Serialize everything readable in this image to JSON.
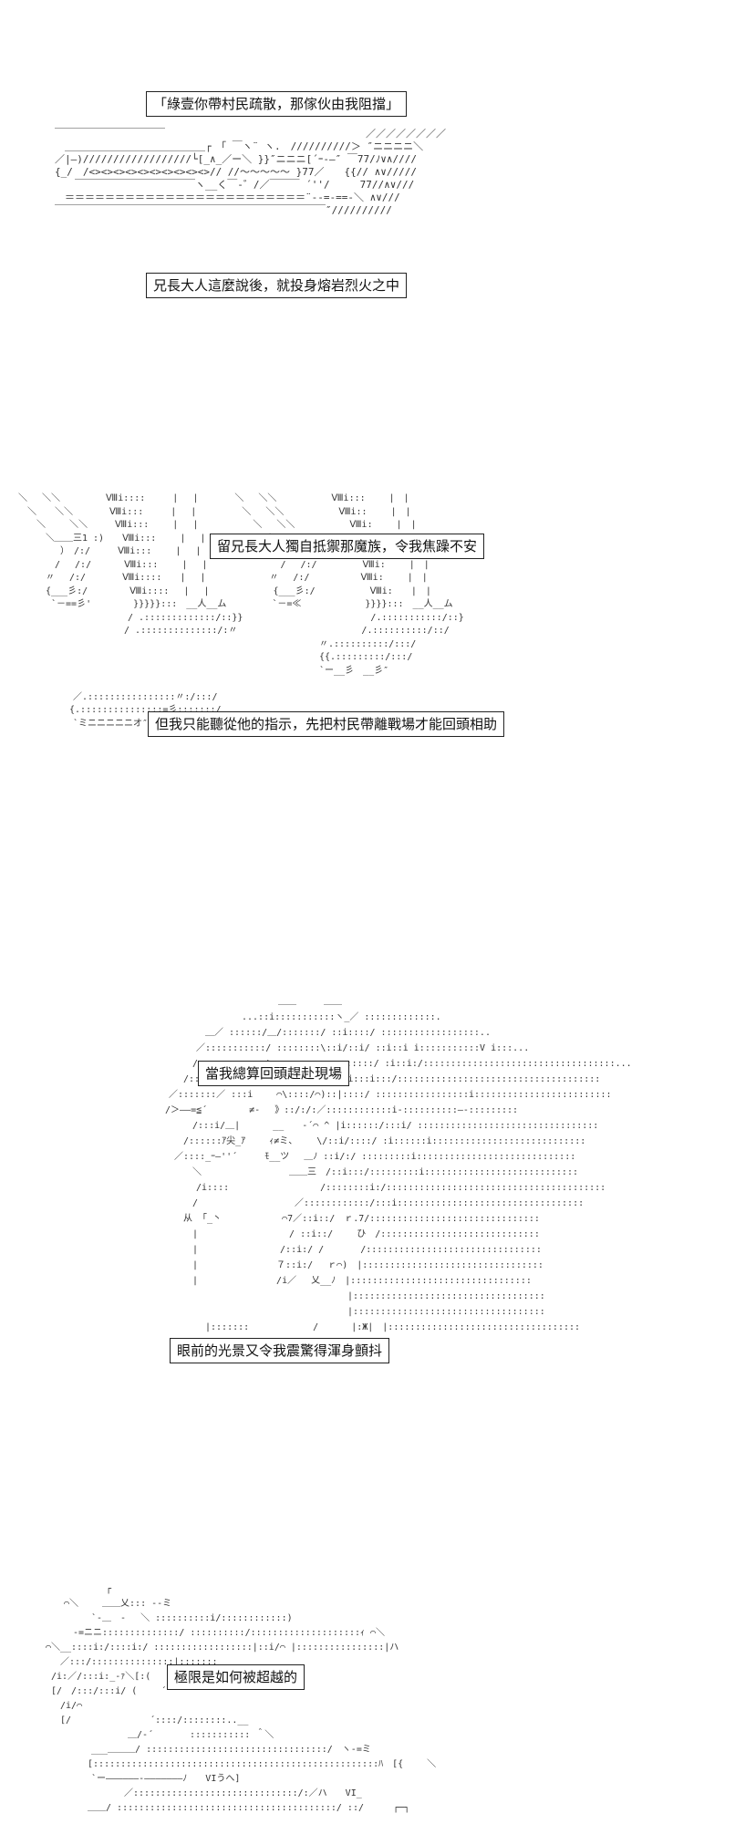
{
  "panels": [
    {
      "captions": [
        "「綠壹你帶村民疏散，那傢伙由我阻擋」",
        "兄長大人這麼說後，就投身熔岩烈火之中"
      ],
      "art": "￣￣￣￣￣￣￣￣￣￣￣　　　　　　　　　　　　　　　　　　　　／／／／／／／／\n　＿＿＿＿＿＿＿＿＿＿＿＿＿＿┌　「 ￣ヽ¨ ヽ.　//////////＞ ″ニニニニ＼\n／|―)//////////////////└[_∧_／ー＼ }}″ニニニ[´ｰ-―″ ￣77/ﾉ∨∧////\n{_/　/<><><><><><><><><><>// //～～～～～ }77／　　{{// ∧∨/////\n　　￣￣￣￣￣￣￣￣￣￣￣￣ヽ__く￣‐゛/／￣￣￣ ´''/　　　77//∧∨///\n　＝＝＝＝＝＝＝＝＝＝＝＝＝＝＝＝＝＝＝＝＝＝＝＝¨‐-=-==-＼ ∧∨///\n￣￣￣￣￣￣￣￣￣￣￣￣￣￣￣￣￣￣￣￣￣￣￣￣￣￣￣″//////////"
    },
    {
      "captions": [
        "留兄長大人獨自抵禦那魔族，令我焦躁不安",
        "但我只能聽從他的指示，先把村民帶離戰場才能回頭相助"
      ],
      "art": "＼　 ＼＼　　　　　Ⅷi::::　　　|　 |　　　　＼　 ＼＼　　　　　　Ⅷi:::　　 |　|\n　＼　　＼＼　　　　Ⅷi:::　　　|　 |　　　　　＼　 ＼＼　　　　　　Ⅷi::　　 |　|\n　　＼　　 ＼＼　　　Ⅷi:::　　 |　 |　　　　　　＼　 ＼＼　　　　　　Ⅷi:　　 |　|\n　　　＼＿＿三1 :)　　Ⅷi:::　　 |　 |　　　　　　　＼＿＿三1 :)　　　Ⅷi:　　 |　|\n　　　　 ）　/:/　　　Ⅷi:::　　 |　 |　　　　　　　　 ）　/:/　　　　 Ⅷi:　　 |　|\n　　　　/　 /:/　　　 Ⅷi:::　　 |　 |　　　　　　　　/　 /:/　　　　　Ⅷi:　　 |　|\n　　　〃 　/:/　　　　Ⅷi::::　　|　 |　　　　　　　〃 　/:/　　　　　 Ⅷi:　　 |　|\n　　　{___彡:/　　　　 Ⅷi::::　 |　 |　　　　　　　{___彡:/　　　　　　Ⅷi:　　|　|\n　　　 `－==彡'　　　　 }}}}}:::　__人__ム　　　　　`－=≪　　　　　　　}}}}:::　__人__ム\n　　　　　　　　　　　　/ .:::::::::::::/::}}　　　　　　　　　　　　　　/.:::::::::::/::}\n　　　　　　　　　　　 / .::::::::::::::/:〃　　　　　　　　　　　　　 /.::::::::::/::/\n　　　　　　　　　　　　　　　　　　　　　　　　　　　　　　　　　〃.::::::::::/:::/\n　　　　　　　　　　　　　　　　　　　　　　　　　　　　　　　　　{{.:::::::::/:::/\n　　　　　　　　　　　　　　　　　　　　　　　　　　　　　　　　　`ー__彡　__彡″\n\n　　　　　　／.::::::::::::::::〃:/:::/\n　　　　　 {.:::::::::::::::=彡:::::::/\n　　　　　　`ミニニニニニオ″"
    },
    {
      "captions": [
        "當我總算回頭趕赴現場",
        "眼前的光景又令我震驚得渾身顫抖"
      ],
      "art": "　　　　　　　　　　　　　　＿＿　　　＿＿\n　　　　　　　　　　...::i:::::::::::ヽ_／ :::::::::::::.\n　　　　　　＿／ ::::::/＿/:::::::/ ::i::::/ ::::::::::::::::::..\n　　　　　／:::::::::::/ ::::::::\\::i/::i/ ::i::i i:::::::::::V i:::...\n　　　　 /::::::::::::/ ::::::::::::::::::/ :i::i:/:::::::::::::::::::::::::::::::::::...\n　　　 /:::::::/ :::i　　　　　　　　　|i:::i:::/:::::::::::::::::::::::::::::::::::::\n　　／:::::::／ :::i　　 ⌒\\::::/⌒)::|::::/ :::::::::::::::::i:::::::::::::::::::::::::\n　 /＞――=≦´　　　　 ≠-　 》::/:/:／::::::::::::i‐::::::::::―-:::::::::\n　　　　 /:::i/＿|　　　 __　　‐´⌒ ^ |i::::::/:::i/ :::::::::::::::::::::::::::::::::\n　　　 /::::::ｱ尖_ｱ　　 ｨ≠ミ、　　 \\/::i/::::/ :i::::::i::::::::::::::::::::::::::::\n　　 ／::::_ｰ―''´　　　ﾓ__ツ　 ＿ﾉ ::i/:/ :::::::::i:::::::::::::::::::::::::::::\n　　　　 ＼　　　　　　　　　 ＿＿三　/::i:::/:::::::::i::::::::::::::::::::::::::::\n　　　　　/i::::　　　　　　　　　　/::::::::i:/::::::::::::::::::::::::::::::::::::::::\n　　　　 /　　　　　　　　　　 ／::::::::::::/:::i::::::::::::::::::::::::::::::::::\n　　　 从 「_丶　　　　　　 ⌒7／::i::/　ｒ.7/:::::::::::::::::::::::::::::::\n　　　　 |　　　　　　　　　　/ ::i::/　 　ひ　/:::::::::::::::::::::::::::::\n　　　　 |　　　　　　　　　/::i:/ /　　　　/::::::::::::::::::::::::::::::::\n　　　　 |　　　　　　　　 ７::i:/　 ｒ⌒)　|:::::::::::::::::::::::::::::::::\n　　　　 |　　　　　　　　 /i／　 乂__ﾉ　|:::::::::::::::::::::::::::::::::\n　　　　　　　　　　　　　　　　　　　　　 |:::::::::::::::::::::::::::::::::::\n　　　　　　　　　　　　　　　　　　　　　 |:::::::::::::::::::::::::::::::::::\n　　　　　　|:::::::　　　　　　　/　　　 |:Ж|　|:::::::::::::::::::::::::::::::::::"
    },
    {
      "captions": [
        "極限是如何被超越的"
      ],
      "art": "　　　　　　　 ┌\n　　　⌒＼　　 ＿＿乂::: ‐‐ミ\n　　　　　　`‐＿　‐ 　＼ ::::::::::i/::::::::::::)\n　　　　‐=ニニ::::::::::::::/ ::::::::::/::::::::::::::::::::ｨ ⌒＼\n　⌒＼__::::i:/::::i:/ ::::::::::::::::::|::i/⌒ |::::::::::::::::|ハ\n　　 ／:::/:::::::::::::::|:::::::\n　 /i:／/:::i:_‐ｧ＼[:(　 |\n　 [/　/:::/:::i/ (　　 ´\n　　 /i/⌒\n　　 [/　　　　　　　　 ´::::/::::::::..__\n　　　　　　　　　　＿/‐´　　　　::::::::::: ＾＼\n　　　　　　___＿＿＿/ :::::::::::::::::::::::::::::::::/　ヽ‐=ミ\n　　　　　 [::::::::::::::::::::::::::::::::::::::::::::::::::::ﾊ　[{　　 ＼\n　　　　　　`ー――――――‐―――――――ﾉ　　VIうへ]\n　　　　　　　　　 ／::::::::::::::::::::::::::::::/:／ハ　　VI_\n　　　　　 ＿＿/ ::::::::::::::::::::::::::::::::::::::::/ ::/　 　 ┌─┐"
    }
  ]
}
